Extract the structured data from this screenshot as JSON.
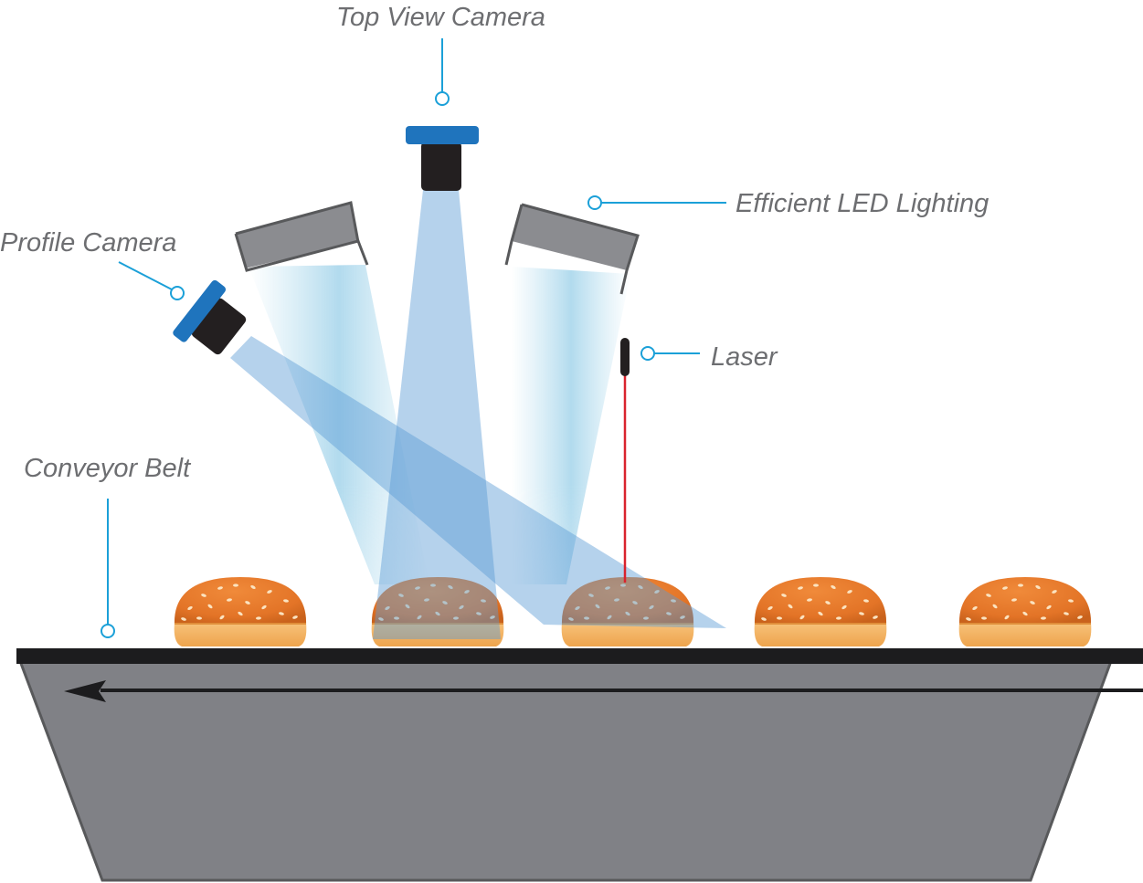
{
  "labels": {
    "top_view_camera": "Top View Camera",
    "led_lighting": "Efficient LED Lighting",
    "profile_camera": "Profile Camera",
    "laser": "Laser",
    "conveyor_belt": "Conveyor Belt"
  },
  "colors": {
    "label_text": "#6d6e71",
    "callout_line": "#1ba0d8",
    "camera_blue": "#1f74bd",
    "camera_body": "#231f20",
    "light_housing": "#8b8c90",
    "belt_body": "#808186",
    "belt_top": "#1c1c1e",
    "laser_beam": "#d9232e",
    "beam_blue": "#5b9bd5"
  },
  "icons": {
    "top_camera": "top-view-camera-icon",
    "profile_camera": "profile-camera-icon",
    "led_light": "led-light-icon",
    "laser": "laser-icon",
    "bun": "bun-icon",
    "direction": "arrow-left-icon"
  }
}
